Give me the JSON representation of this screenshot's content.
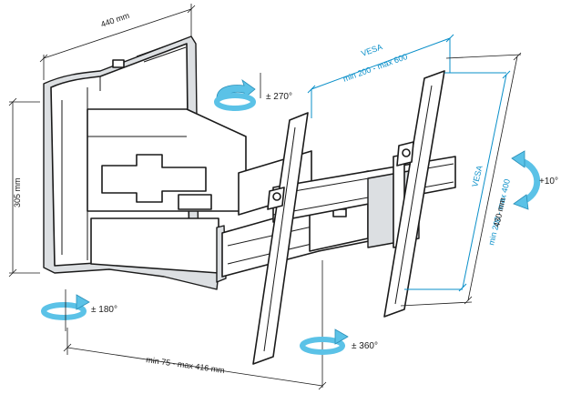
{
  "dimensions": {
    "width_top": "440 mm",
    "height_left": "305 mm",
    "extension": "min 75 - max 416 mm",
    "vesa_horizontal_title": "VESA",
    "vesa_horizontal_range": "min 200 - max 600",
    "vesa_vertical_title": "VESA",
    "vesa_vertical_range": "min 200 - max 400",
    "arm_height": "430 mm"
  },
  "rotations": {
    "top": "± 270°",
    "bottom_left": "± 180°",
    "bottom_center": "± 360°",
    "tilt": "+10°"
  },
  "colors": {
    "arrow": "#5bc2e7",
    "vesa_text": "#0a8fc9",
    "line": "#1a1a1a"
  }
}
